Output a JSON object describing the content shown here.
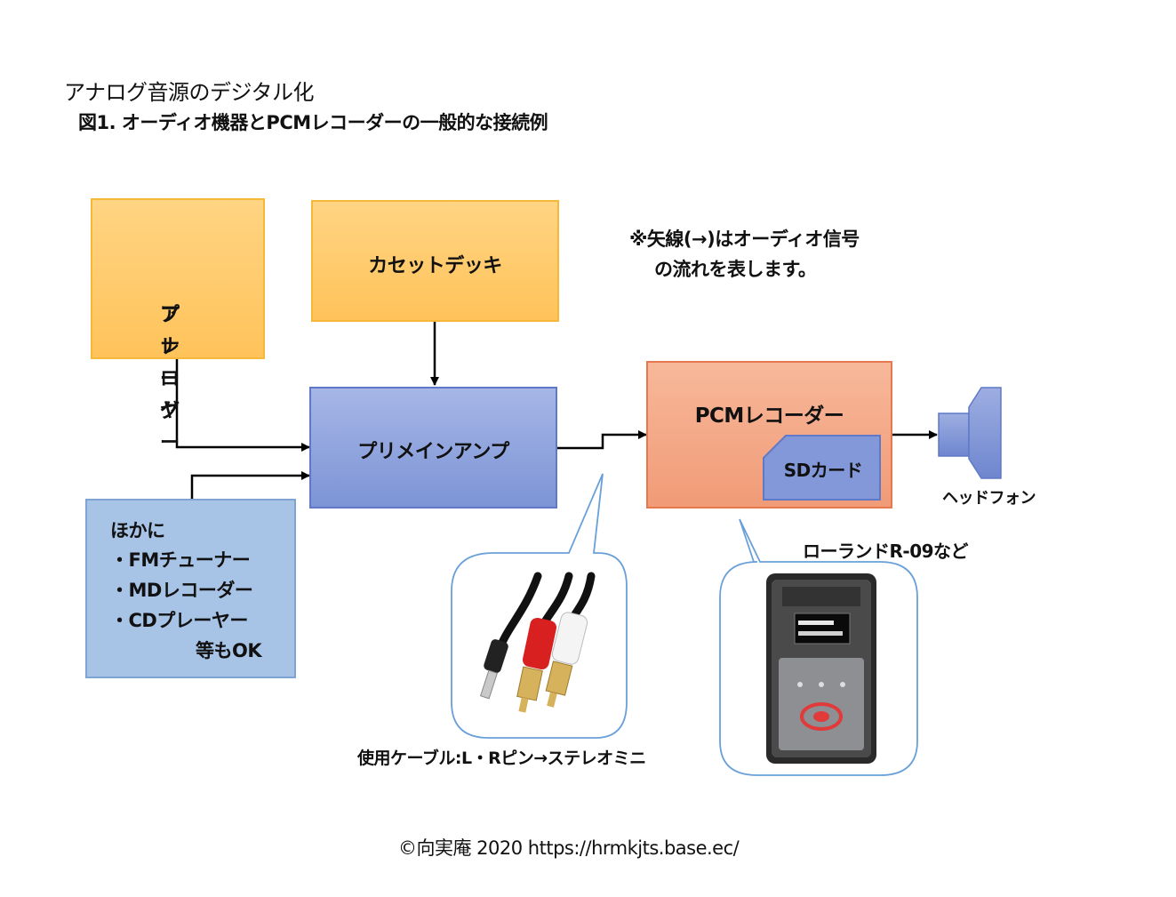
{
  "title": "アナログ音源のデジタル化",
  "subtitle": "図1. オーディオ機器とPCMレコーダーの一般的な接続例",
  "note": {
    "line1": "※矢線(→)はオーディオ信号",
    "line2": "の流れを表します。"
  },
  "nodes": {
    "analog_player": {
      "line1": "アナログ",
      "line2": "プレーヤー"
    },
    "cassette_deck": "カセットデッキ",
    "pre_main_amp": "プリメインアンプ",
    "others": {
      "line1": "ほかに",
      "line2": "・FMチューナー",
      "line3": "・MDレコーダー",
      "line4": "・CDプレーヤー",
      "line5": "等もOK"
    },
    "pcm_recorder": "PCMレコーダー",
    "sd_card": "SDカード"
  },
  "captions": {
    "headphone": "ヘッドフォン",
    "cable": "使用ケーブル:L・Rピン→ステレオミニ",
    "recorder_model": "ローランドR-09など",
    "copyright": "©向実庵 2020 https://hrmkjts.base.ec/"
  },
  "colors": {
    "source_fill": "#ffc35a",
    "amp_fill": "#7d94d6",
    "others_fill": "#a7c4e7",
    "recorder_fill": "#f19b77",
    "callout_stroke": "#6aa0d8"
  },
  "icons": [
    "headphone-icon",
    "rca-cable-image",
    "recorder-device-image"
  ]
}
